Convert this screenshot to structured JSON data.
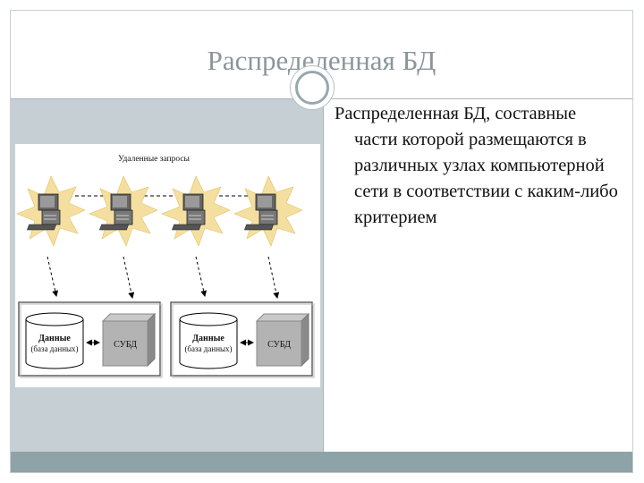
{
  "slide": {
    "title": "Распределенная БД",
    "body": "Распределенная БД, составные части которой размещаются в различных узлах компьютерной сети в соответствии с каким-либо критерием"
  },
  "diagram": {
    "header": "Удаленные запросы",
    "nodes": [
      {
        "db_label_line1": "Данные",
        "db_label_line2": "(база данных)",
        "dbms_label": "СУБД"
      },
      {
        "db_label_line1": "Данные",
        "db_label_line2": "(база данных)",
        "dbms_label": "СУБД"
      }
    ]
  },
  "colors": {
    "left_panel": "#c6d0d4",
    "bottom_bar": "#8da3a8",
    "title_text": "#8a969c",
    "starburst": "#f5dfa0"
  }
}
